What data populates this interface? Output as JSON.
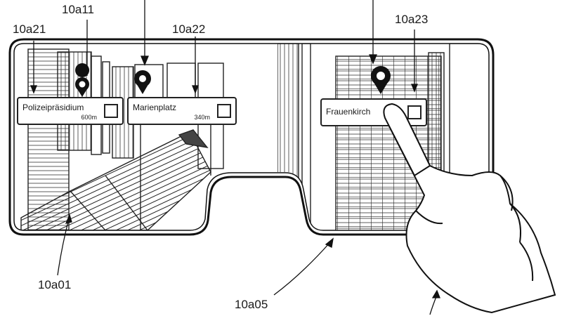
{
  "labels": {
    "l_10a11": "10a11",
    "l_10a21": "10a21",
    "l_10a22": "10a22",
    "l_10a23": "10a23",
    "l_10a01": "10a01",
    "l_10a05": "10a05"
  },
  "pois": {
    "polizei": {
      "name": "Polizeipräsidium",
      "distance": "600m"
    },
    "marien": {
      "name": "Marienplatz",
      "distance": "340m"
    },
    "frauen": {
      "name": "Frauenkirch"
    }
  },
  "icons": {
    "pin": "map-pin-icon",
    "checkbox": "checkbox-icon"
  },
  "colors": {
    "ink": "#1a1a1a",
    "paper": "#ffffff"
  }
}
